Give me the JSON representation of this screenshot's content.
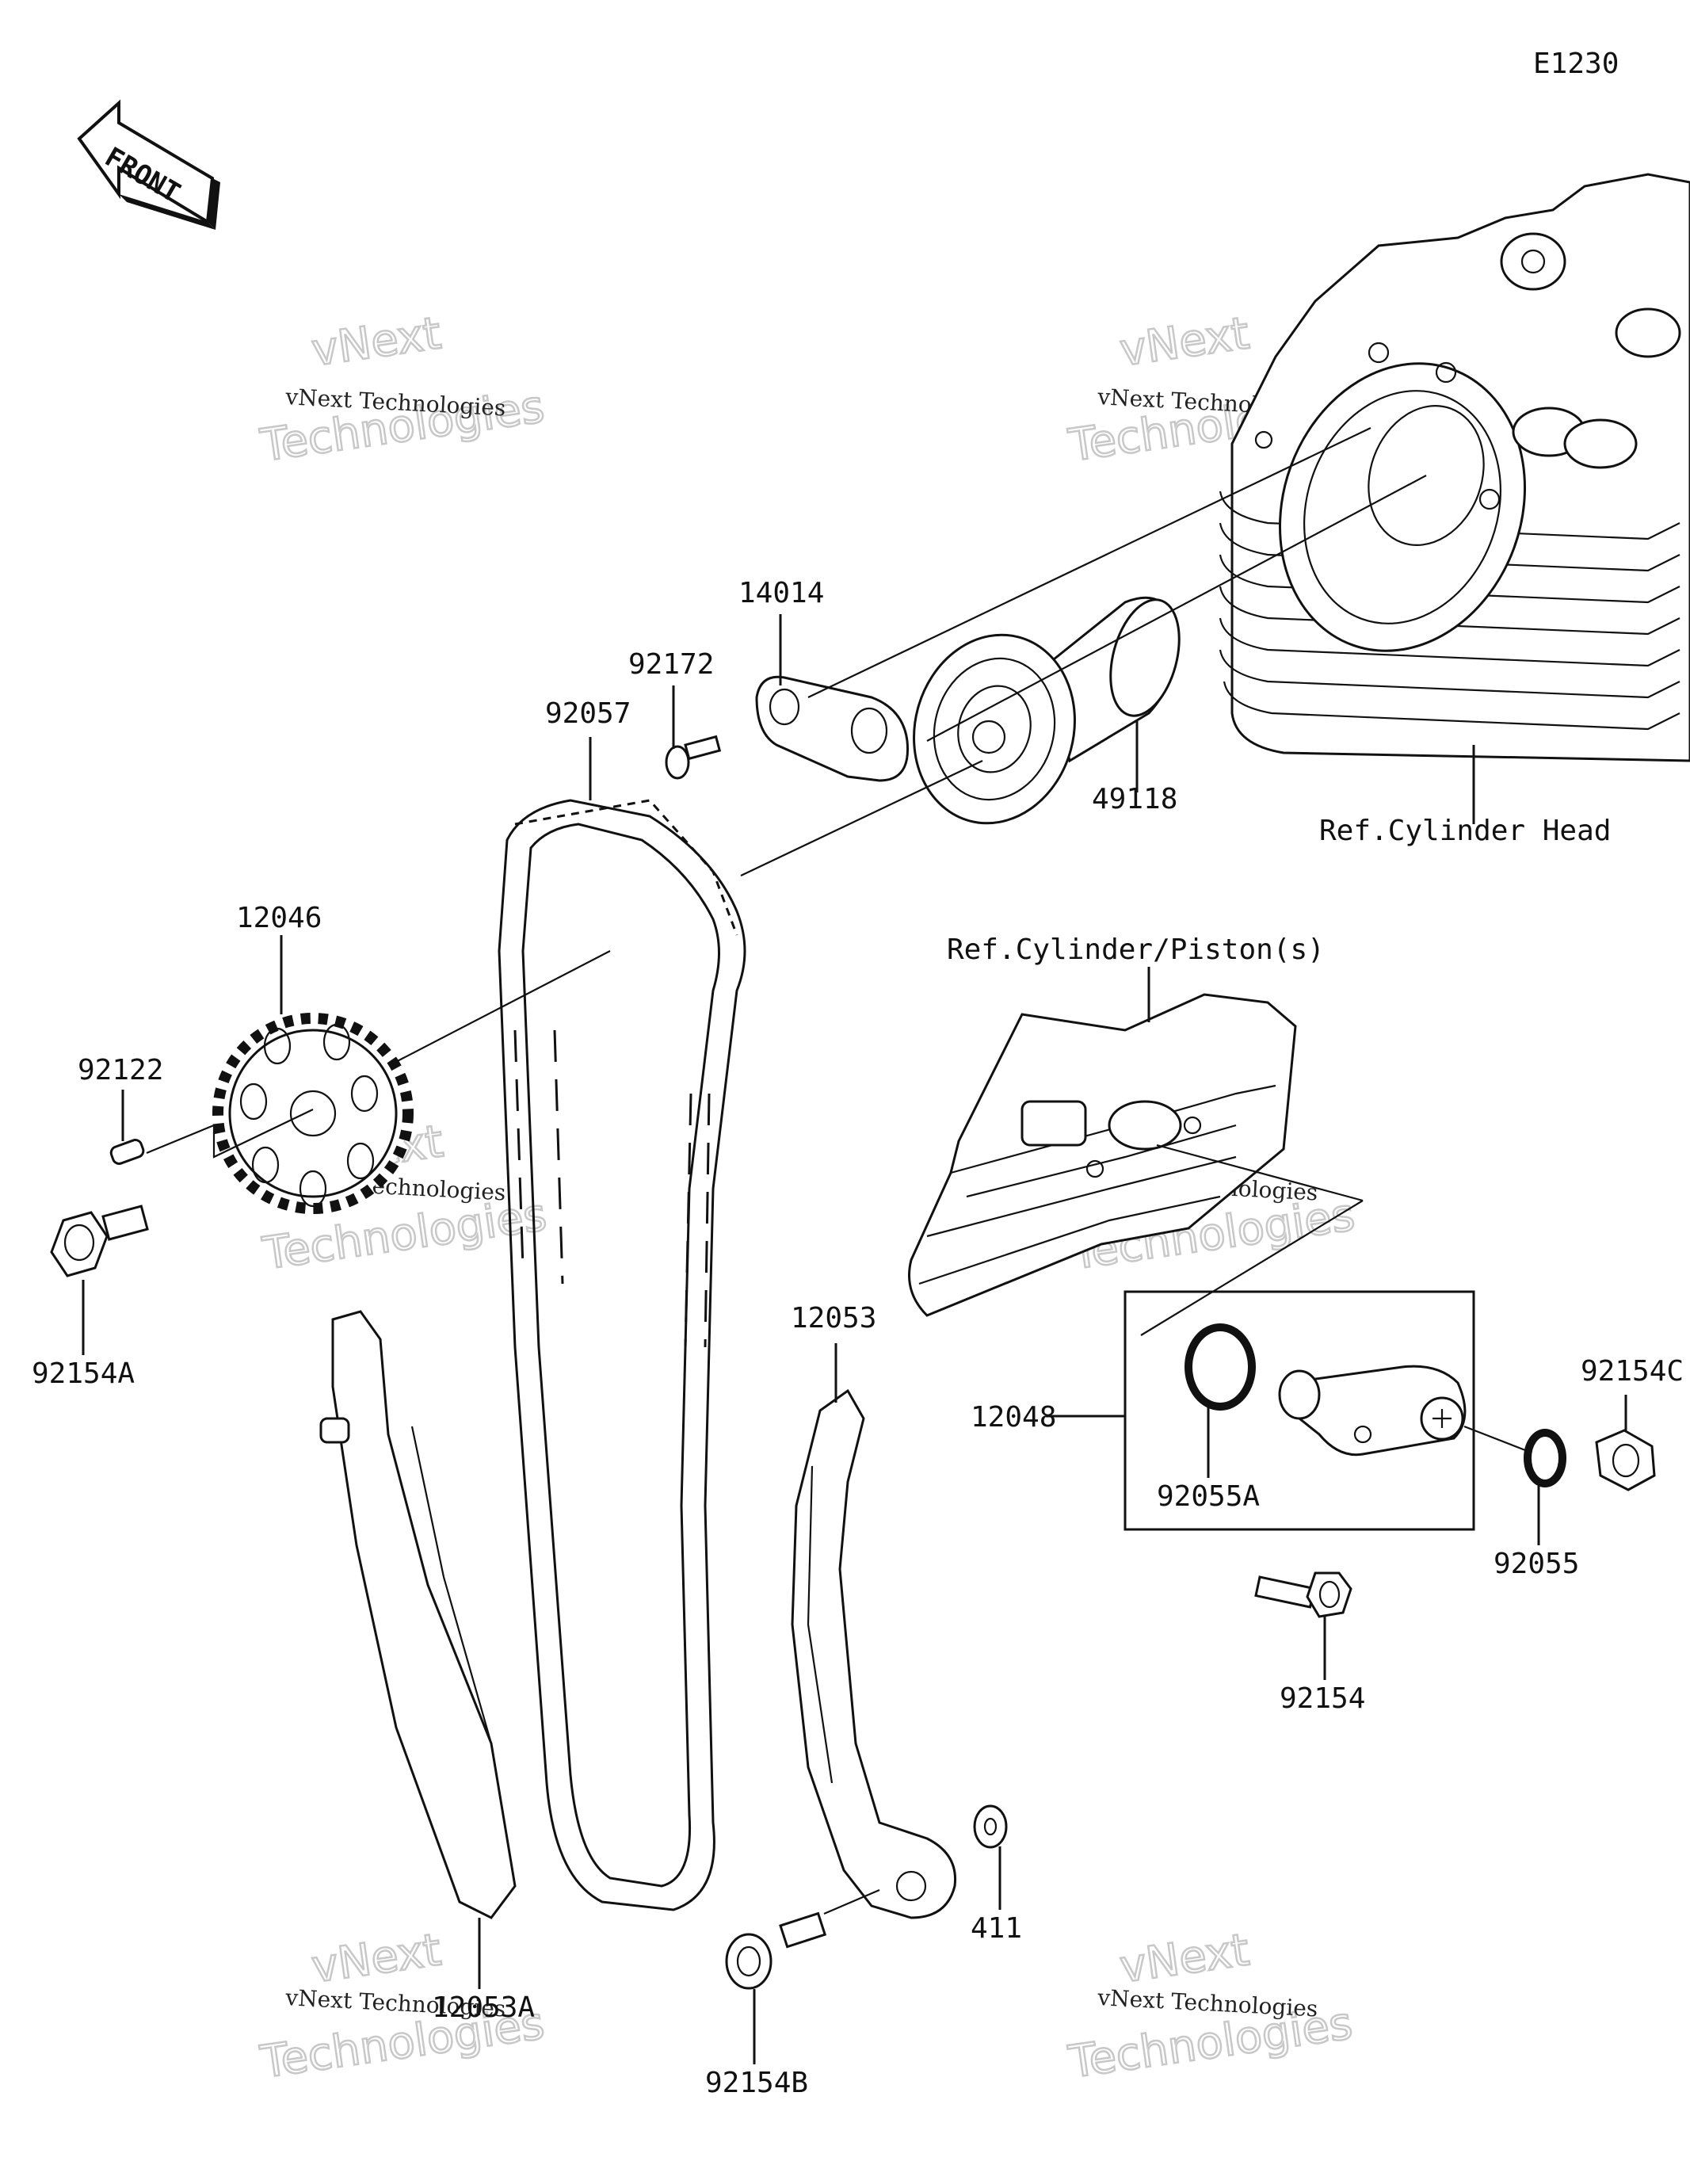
{
  "diagram_code": "E1230",
  "front_badge": "FRONT",
  "parts": {
    "p14014": "14014",
    "p92172": "92172",
    "p92057": "92057",
    "p49118": "49118",
    "p12046": "12046",
    "p92122": "92122",
    "p92154A": "92154A",
    "p12053": "12053",
    "p12048": "12048",
    "p92055A": "92055A",
    "p92154C": "92154C",
    "p92055": "92055",
    "p92154": "92154",
    "p411": "411",
    "p12053A": "12053A",
    "p92154B": "92154B"
  },
  "refs": {
    "cylinder_head": "Ref.Cylinder Head",
    "cylinder_piston": "Ref.Cylinder/Piston(s)"
  },
  "watermark": {
    "small": "vNext Technologies",
    "big_line1": "vNext",
    "big_line2": "Technologies"
  }
}
